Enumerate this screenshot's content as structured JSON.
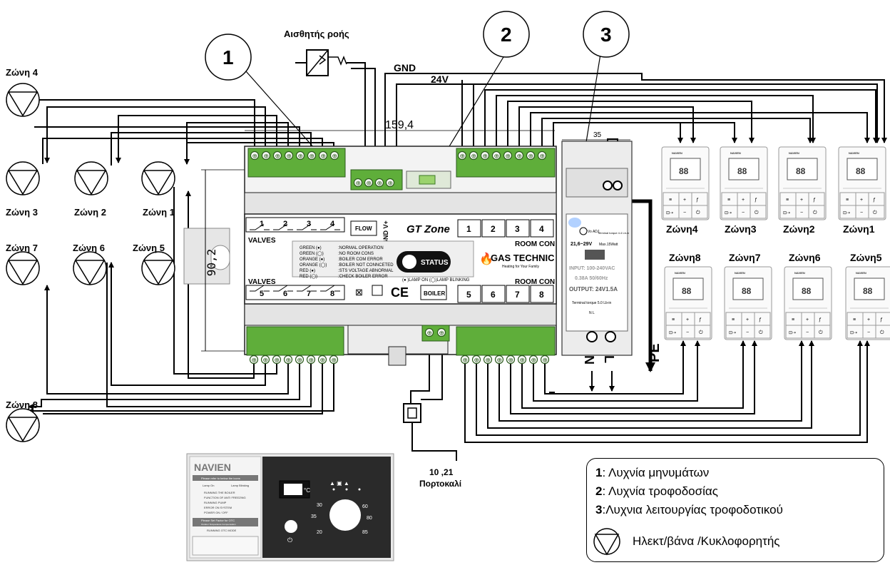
{
  "title_labels": {
    "flow_sensor": "Αισθητής ροής",
    "gnd": "GND",
    "v24": "24V",
    "dim_width": "159,4",
    "dim_height": "90,2",
    "dim_psu": "35",
    "orange_code": "10 ,21",
    "orange_word": "Πορτοκαλί"
  },
  "callouts": [
    "1",
    "2",
    "3"
  ],
  "zones_pumps_left": [
    {
      "label": "Ζώνη 4"
    },
    {
      "label": "Ζώνη 3"
    },
    {
      "label": "Ζώνη 2"
    },
    {
      "label": "Ζώνη 1"
    },
    {
      "label": "Ζώνη 7"
    },
    {
      "label": "Ζώνη 6"
    },
    {
      "label": "Ζώνη 5"
    },
    {
      "label": "Ζώνη 8"
    }
  ],
  "thermostats_top": [
    "Ζώνη4",
    "Ζώνη3",
    "Ζώνη2",
    "Ζώνη1"
  ],
  "thermostats_bottom": [
    "Ζώνη8",
    "Ζώνη7",
    "Ζώνη6",
    "Ζώνη5"
  ],
  "thermostat_brand": "NAVIEN",
  "controller": {
    "valves_top": "VALVES",
    "valves_bottom": "VALVES",
    "valve_nums_top": [
      "1",
      "2",
      "3",
      "4"
    ],
    "valve_nums_bottom": [
      "5",
      "6",
      "7",
      "8"
    ],
    "flow": "FLOW",
    "gnd_v": "GND V+",
    "model": "GT Zone",
    "room_con": "ROOM CON",
    "room_nums_top": [
      "1",
      "2",
      "3",
      "4"
    ],
    "room_nums_bottom": [
      "5",
      "6",
      "7",
      "8"
    ],
    "boiler": "BOILER",
    "status": "STATUS",
    "brand": "GAS TECHNIC",
    "brand_sub": "Heating for Your Family",
    "lamp_note": "(● )LAMP ON  (◯)LAMP BLINKING",
    "led_table": [
      [
        "GREEN (●)",
        ":NORMAL OPERATION"
      ],
      [
        "GREEN (◯)",
        ":NO ROOM CONS"
      ],
      [
        "ORANGE (●)",
        ":BOILER COM ERROR"
      ],
      [
        "ORANGE (◯)",
        ":BOILER NOT CONNCETED"
      ],
      [
        "RED (●)",
        ":STS VOLTAGE ABNORMAL"
      ],
      [
        "RED (◯)",
        ":CHECK BOILER ERROR"
      ]
    ]
  },
  "psu": {
    "vo_adj": "Vo ADJ.",
    "range": "21,6~29V",
    "max": "Max.15Watt",
    "torque": "Terminal torque 4.4 Lb-in",
    "input": "INPUT: 100-240VAC",
    "freq": "0.38A 50/60Hz",
    "output": "OUTPUT: 24V1.5A",
    "torque2": "Terminal torque 5.0 Lb-in",
    "terms": "N  L"
  },
  "mains": {
    "n": "N",
    "l": "L",
    "pe": "PE"
  },
  "panel": {
    "brand": "NAVIEN",
    "refer": "Please refer to below the icons",
    "lamp_on": "Lamp On",
    "lamp_blink": "Lamp Blinking",
    "rows": [
      "RUNNING THE BOILER",
      "FUNCTION OF ANTI FREEZING",
      "RUNNING PUMP",
      "ERROR ON SYSTEM",
      "POWER ON / OFF"
    ],
    "otc_title": "Please Set Factor for OTC",
    "otc_sub": "Outdoor Temperature Compensation",
    "otc_mode": "RUNNING OTC MODE",
    "unit": "°C",
    "dial": [
      "30",
      "35",
      "20",
      "60",
      "80",
      "85"
    ]
  },
  "legend": [
    {
      "num": "1",
      "text": ": Λυχνία μηνυμάτων"
    },
    {
      "num": "2",
      "text": ": Λυχνία τροφοδοσίας"
    },
    {
      "num": "3",
      "text": ":Λυχνια λειτουργίας τροφοδοτικού"
    },
    {
      "num": "",
      "text": "Ηλεκτ/βάνα /Κυκλοφορητής"
    }
  ]
}
